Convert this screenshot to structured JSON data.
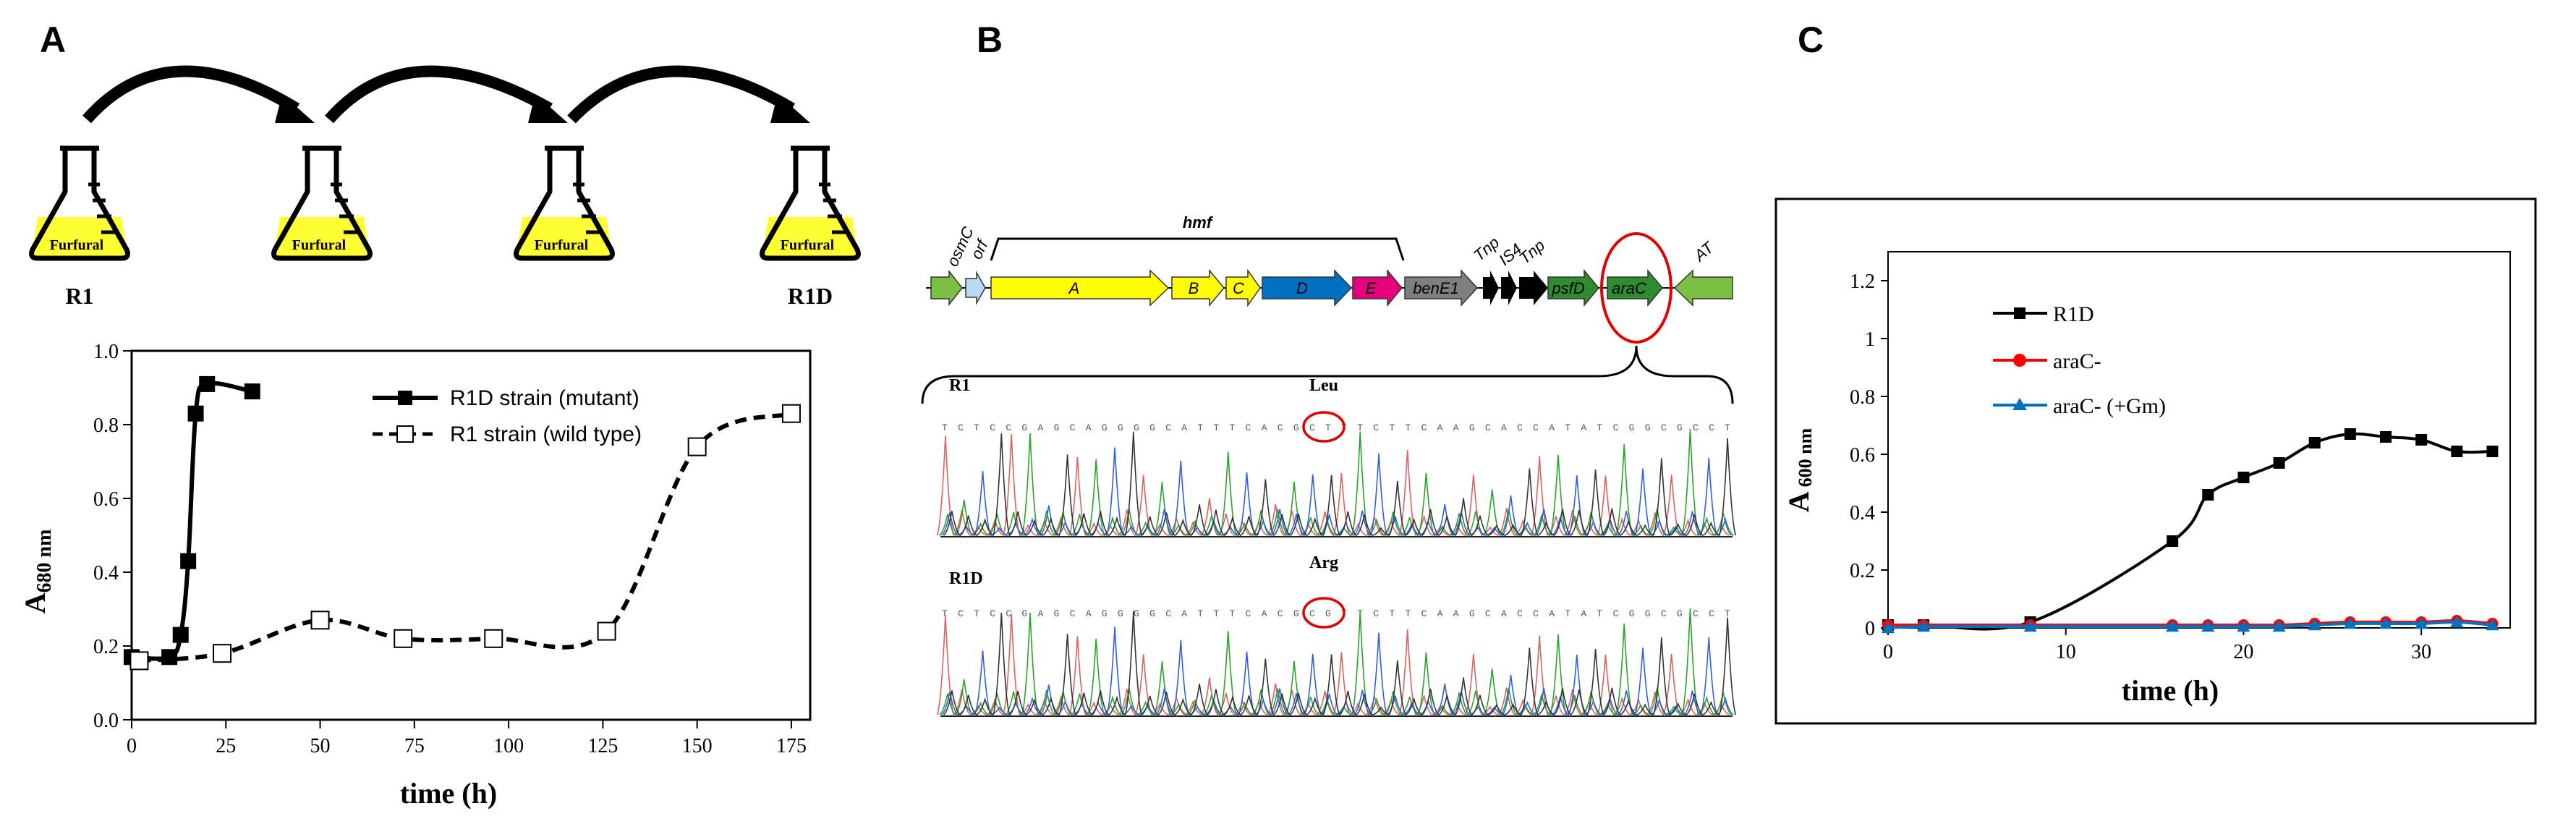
{
  "panels": {
    "A": {
      "letter": "A",
      "flasks": {
        "medium_label": "Furfural",
        "start_label": "R1",
        "end_label": "R1D",
        "count": 4
      },
      "chart_data": {
        "type": "line",
        "xlabel": "time (h)",
        "ylabel_main": "A",
        "ylabel_sub": "680 nm",
        "xlim": [
          0,
          180
        ],
        "ylim": [
          0,
          1.0
        ],
        "xticks": [
          0,
          25,
          50,
          75,
          100,
          125,
          150,
          175
        ],
        "yticks": [
          0.0,
          0.2,
          0.4,
          0.6,
          0.8,
          1.0
        ],
        "ytick_labels": [
          "0.0",
          "0.2",
          "0.4",
          "0.6",
          "0.8",
          "1.0"
        ],
        "legend_position": "top-right",
        "series": [
          {
            "name": "R1D strain (mutant)",
            "style": "solid",
            "marker": "filled-square",
            "color": "#000000",
            "x": [
              0,
              10,
              13,
              15,
              17,
              20,
              32
            ],
            "y": [
              0.17,
              0.17,
              0.23,
              0.43,
              0.83,
              0.91,
              0.89
            ]
          },
          {
            "name": "R1 strain (wild type)",
            "style": "dashed",
            "marker": "open-square",
            "color": "#000000",
            "x": [
              2,
              24,
              50,
              72,
              96,
              126,
              150,
              175
            ],
            "y": [
              0.16,
              0.18,
              0.27,
              0.22,
              0.22,
              0.24,
              0.74,
              0.83
            ]
          }
        ]
      }
    },
    "B": {
      "letter": "B",
      "operon_label": "hmf",
      "genes": [
        {
          "label": "osmC",
          "color": "#7ac143"
        },
        {
          "label": "orf",
          "color": "#b7d9f2"
        },
        {
          "label": "A",
          "color": "#ffff00"
        },
        {
          "label": "B",
          "color": "#ffff00"
        },
        {
          "label": "C",
          "color": "#ffff00"
        },
        {
          "label": "D",
          "color": "#0070c0"
        },
        {
          "label": "E",
          "color": "#e6007e"
        },
        {
          "label": "benE1",
          "color": "#7f7f7f"
        },
        {
          "label": "Tnp",
          "color": "#000000"
        },
        {
          "label": "IS4",
          "color": "#000000"
        },
        {
          "label": "Tnp",
          "color": "#000000"
        },
        {
          "label": "psfD",
          "color": "#2e8b2e"
        },
        {
          "label": "araC",
          "color": "#2e8b2e"
        },
        {
          "label": "AT",
          "color": "#7ac143"
        }
      ],
      "traces": [
        {
          "strain": "R1",
          "amino_acid": "Leu",
          "sequence": "T C T C C G A G C A G G G G C A T T T C A C G C T T T C T T C A A G C A C C A T A T C G G C G C C T"
        },
        {
          "strain": "R1D",
          "amino_acid": "Arg",
          "sequence": "T C T C C G A G C A G G G G C A T T T C A C G C G T T C T T C A A G C A C C A T A T C G G C G C C T"
        }
      ],
      "highlight_color": "#e00000"
    },
    "C": {
      "letter": "C",
      "chart_data": {
        "type": "line",
        "xlabel": "time (h)",
        "ylabel_main": "A",
        "ylabel_sub": "600 nm",
        "xlim": [
          0,
          35
        ],
        "ylim": [
          0,
          1.3
        ],
        "xticks": [
          0,
          10,
          20,
          30
        ],
        "yticks": [
          0,
          0.2,
          0.4,
          0.6,
          0.8,
          1,
          1.2
        ],
        "ytick_labels": [
          "0",
          "0.2",
          "0.4",
          "0.6",
          "0.8",
          "1",
          "1.2"
        ],
        "legend_position": "top-left",
        "series": [
          {
            "name": "R1D",
            "marker": "square",
            "color": "#000000",
            "x": [
              0,
              2,
              8,
              16,
              18,
              20,
              22,
              24,
              26,
              28,
              30,
              32,
              34
            ],
            "y": [
              0.01,
              0.01,
              0.02,
              0.3,
              0.46,
              0.52,
              0.57,
              0.64,
              0.67,
              0.66,
              0.65,
              0.61,
              0.61
            ]
          },
          {
            "name": "araC-",
            "marker": "circle",
            "color": "#ff0000",
            "x": [
              0,
              2,
              8,
              16,
              18,
              20,
              22,
              24,
              26,
              28,
              30,
              32,
              34
            ],
            "y": [
              0.01,
              0.01,
              0.01,
              0.01,
              0.01,
              0.01,
              0.01,
              0.015,
              0.02,
              0.02,
              0.02,
              0.025,
              0.015
            ]
          },
          {
            "name": "araC- (+Gm)",
            "marker": "triangle",
            "color": "#0070c0",
            "x": [
              0,
              2,
              8,
              16,
              18,
              20,
              22,
              24,
              26,
              28,
              30,
              32,
              34
            ],
            "y": [
              0.0,
              0.005,
              0.005,
              0.005,
              0.005,
              0.005,
              0.005,
              0.01,
              0.015,
              0.015,
              0.015,
              0.02,
              0.01
            ]
          }
        ]
      }
    }
  }
}
